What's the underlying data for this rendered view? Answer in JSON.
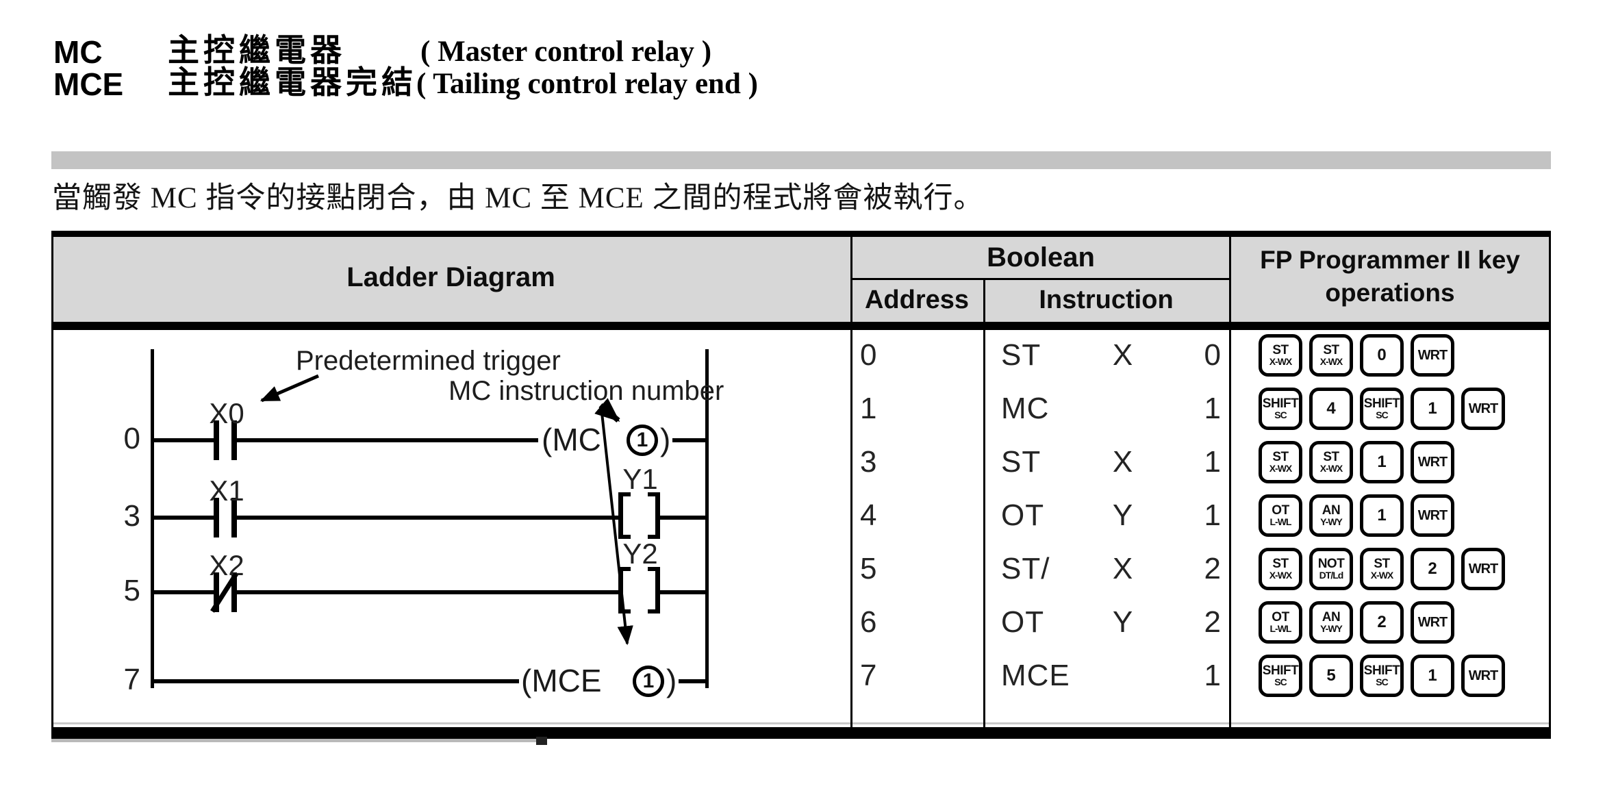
{
  "page": {
    "title_rows": [
      {
        "abbr": "MC",
        "zh": "主控繼電器",
        "en": "( Master control relay )"
      },
      {
        "abbr": "MCE",
        "zh": "主控繼電器完結",
        "en": "( Tailing control relay end )"
      }
    ],
    "description": "當觸發 MC 指令的接點閉合，由 MC 至 MCE 之間的程式將會被執行。"
  },
  "table": {
    "headers": {
      "ladder": "Ladder Diagram",
      "boolean": "Boolean",
      "address": "Address",
      "instruction": "Instruction",
      "fp_line1": "FP Programmer II key",
      "fp_line2": "operations"
    },
    "rows": [
      {
        "address": "0",
        "op": "ST",
        "operand": "X",
        "num": "0",
        "keys": [
          [
            "ST",
            "X-WX"
          ],
          [
            "ST",
            "X-WX"
          ],
          [
            "0"
          ],
          [
            "WRT"
          ]
        ]
      },
      {
        "address": "1",
        "op": "MC",
        "operand": "",
        "num": "1",
        "keys": [
          [
            "SHIFT",
            "SC"
          ],
          [
            "4"
          ],
          [
            "SHIFT",
            "SC"
          ],
          [
            "1"
          ],
          [
            "WRT"
          ]
        ]
      },
      {
        "address": "3",
        "op": "ST",
        "operand": "X",
        "num": "1",
        "keys": [
          [
            "ST",
            "X-WX"
          ],
          [
            "ST",
            "X-WX"
          ],
          [
            "1"
          ],
          [
            "WRT"
          ]
        ]
      },
      {
        "address": "4",
        "op": "OT",
        "operand": "Y",
        "num": "1",
        "keys": [
          [
            "OT",
            "L-WL"
          ],
          [
            "AN",
            "Y-WY"
          ],
          [
            "1"
          ],
          [
            "WRT"
          ]
        ]
      },
      {
        "address": "5",
        "op": "ST/",
        "operand": "X",
        "num": "2",
        "keys": [
          [
            "ST",
            "X-WX"
          ],
          [
            "NOT",
            "DT/Ld"
          ],
          [
            "ST",
            "X-WX"
          ],
          [
            "2"
          ],
          [
            "WRT"
          ]
        ]
      },
      {
        "address": "6",
        "op": "OT",
        "operand": "Y",
        "num": "2",
        "keys": [
          [
            "OT",
            "L-WL"
          ],
          [
            "AN",
            "Y-WY"
          ],
          [
            "2"
          ],
          [
            "WRT"
          ]
        ]
      },
      {
        "address": "7",
        "op": "MCE",
        "operand": "",
        "num": "1",
        "keys": [
          [
            "SHIFT",
            "SC"
          ],
          [
            "5"
          ],
          [
            "SHIFT",
            "SC"
          ],
          [
            "1"
          ],
          [
            "WRT"
          ]
        ]
      }
    ]
  },
  "ladder": {
    "annotations": {
      "predetermined": "Predetermined trigger",
      "mc_number": "MC instruction number"
    },
    "rungs": [
      {
        "number": "0",
        "contact_label": "X0",
        "contact_type": "normally-open",
        "output_text": "(MC",
        "output_number": "1",
        "output_close": ")"
      },
      {
        "number": "3",
        "contact_label": "X1",
        "contact_type": "normally-open",
        "coil_label": "Y1"
      },
      {
        "number": "5",
        "contact_label": "X2",
        "contact_type": "normally-closed",
        "coil_label": "Y2"
      },
      {
        "number": "7",
        "output_text": "(MCE",
        "output_number": "1",
        "output_close": ")"
      }
    ]
  },
  "colors": {
    "header_bg": "#d7d7d7",
    "divider_bar": "#c3c3c3",
    "ink": "#000000"
  }
}
